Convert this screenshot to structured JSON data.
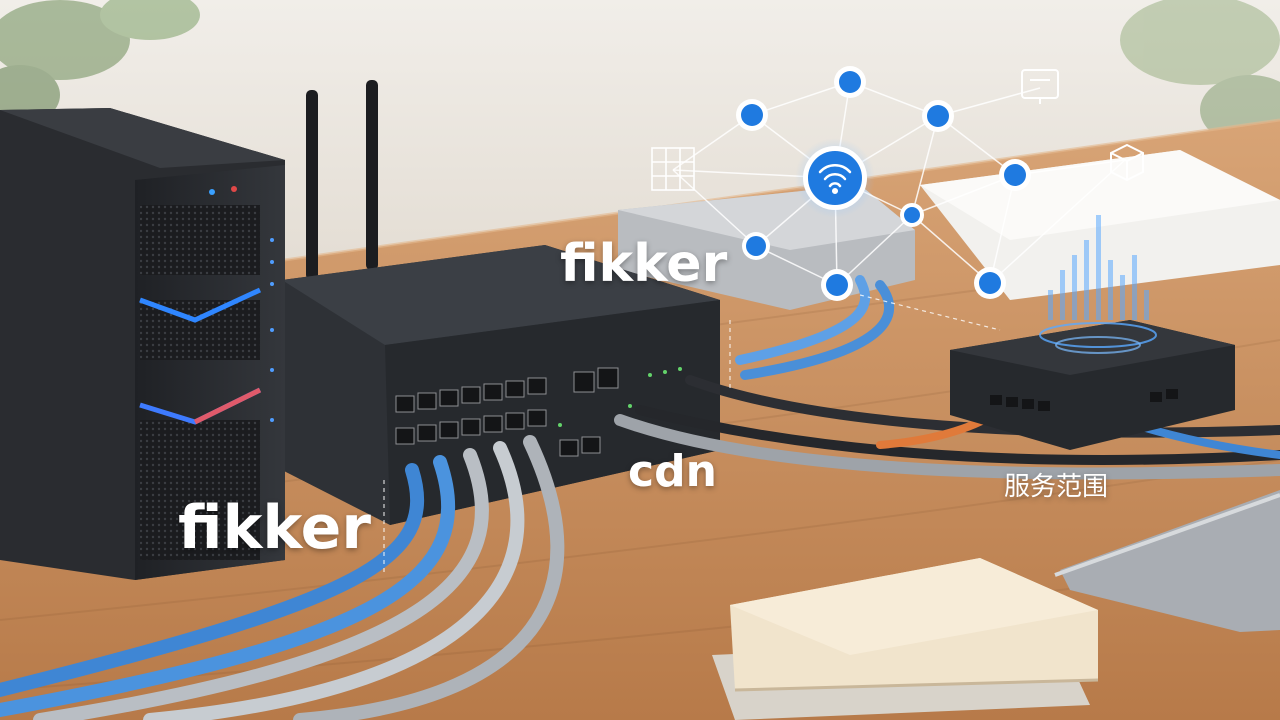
{
  "labels": {
    "top_brand": "fikker",
    "bottom_brand": "fikker",
    "cdn": "cdn",
    "service_scope": "服务范围"
  },
  "colors": {
    "wall": "#ece8e1",
    "desk": "#c98e5c",
    "server_body": "#2a2c30",
    "switch_body": "#2e3136",
    "node_blue": "#1f7ae0",
    "cable_blue": "#3f86d4",
    "cable_gray": "#b9bec4",
    "cable_black": "#25272b",
    "cable_orange": "#e07a3a",
    "accent_blue_light": "#6ab0ff"
  },
  "icons": [
    "wifi-icon",
    "monitor-icon",
    "cube-icon",
    "grid-icon"
  ]
}
